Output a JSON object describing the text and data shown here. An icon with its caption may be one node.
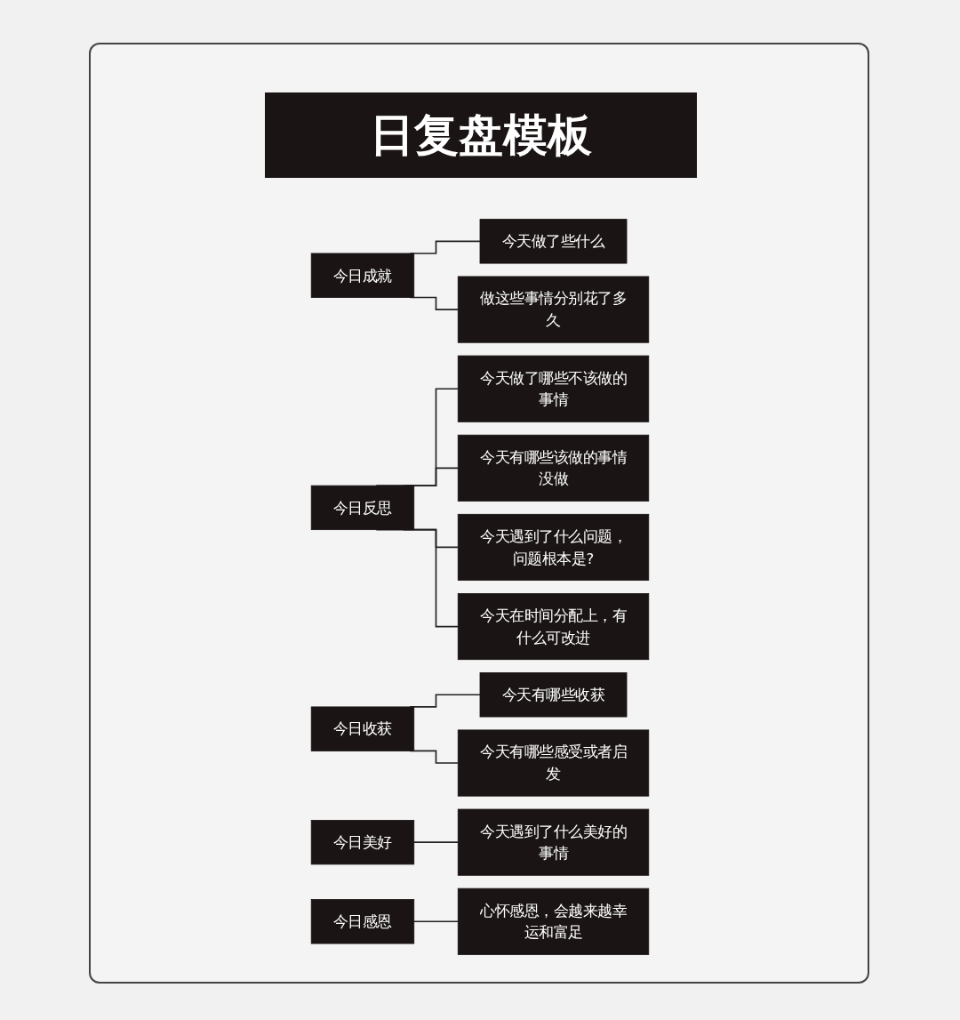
{
  "diagram": {
    "title": "日复盘模板",
    "nodes": [
      {
        "text": [
          "今日成就"
        ]
      },
      {
        "text": [
          "今天做了些什么"
        ]
      },
      {
        "text": [
          "做这些事情分别花了多久"
        ]
      },
      {
        "text": [
          "今日反思"
        ]
      },
      {
        "text": [
          "今天做了哪些不该做的事情"
        ]
      },
      {
        "text": [
          "今天有哪些该做的事情没做"
        ]
      },
      {
        "text": [
          "今天遇到了什么问题，问题根本是?"
        ]
      },
      {
        "text": [
          "今天在时间分配上，有什么可改进"
        ]
      },
      {
        "text": [
          "今日收获"
        ]
      },
      {
        "text": [
          "今天有哪些收获"
        ]
      },
      {
        "text": [
          "今天有哪些感受或者启发"
        ]
      },
      {
        "text": [
          "今日美好"
        ]
      },
      {
        "text": [
          "今天遇到了什么美好的事情"
        ]
      },
      {
        "text": [
          "今日感恩"
        ]
      },
      {
        "text": [
          "心怀感恩，会越来越幸运和富足"
        ]
      }
    ],
    "edges": [
      {
        "from": 0,
        "to": 1,
        "arrow": "none"
      },
      {
        "from": 0,
        "to": 2,
        "arrow": "none"
      },
      {
        "from": 3,
        "to": 4,
        "arrow": "none"
      },
      {
        "from": 3,
        "to": 5,
        "arrow": "none"
      },
      {
        "from": 3,
        "to": 6,
        "arrow": "none"
      },
      {
        "from": 3,
        "to": 7,
        "arrow": "none"
      },
      {
        "from": 8,
        "to": 9,
        "arrow": "none"
      },
      {
        "from": 8,
        "to": 10,
        "arrow": "none"
      },
      {
        "from": 11,
        "to": 12,
        "arrow": "none"
      },
      {
        "from": 13,
        "to": 14,
        "arrow": "none"
      }
    ]
  }
}
